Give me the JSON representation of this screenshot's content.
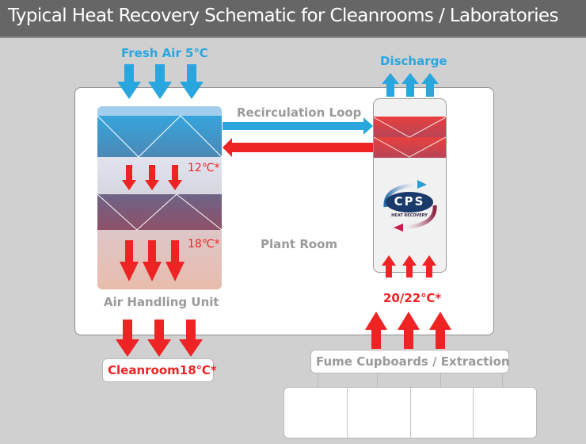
{
  "title": "Typical Heat Recovery Schematic for Cleanrooms / Laboratories",
  "labels": {
    "fresh_air": "Fresh Air 5℃",
    "discharge": "Discharge",
    "recirculation": "Recirculation Loop",
    "temp_after_preheat": "12℃*",
    "temp_after_reheat": "18℃*",
    "plant_room": "Plant Room",
    "ahu": "Air Handling Unit",
    "extract_temp": "20/22℃*",
    "cleanroom": "Cleanroom18℃*",
    "fume": "Fume Cupboards / Extraction"
  },
  "logo": {
    "brand": "CPS",
    "tagline": "HEAT RECOVERY"
  },
  "fume_cupboards": [
    "",
    "",
    "",
    ""
  ],
  "colors": {
    "cold_air": "#2aa6de",
    "warm_air": "#ee2424",
    "title_bg": "#666666",
    "background": "#d0d0d0"
  }
}
